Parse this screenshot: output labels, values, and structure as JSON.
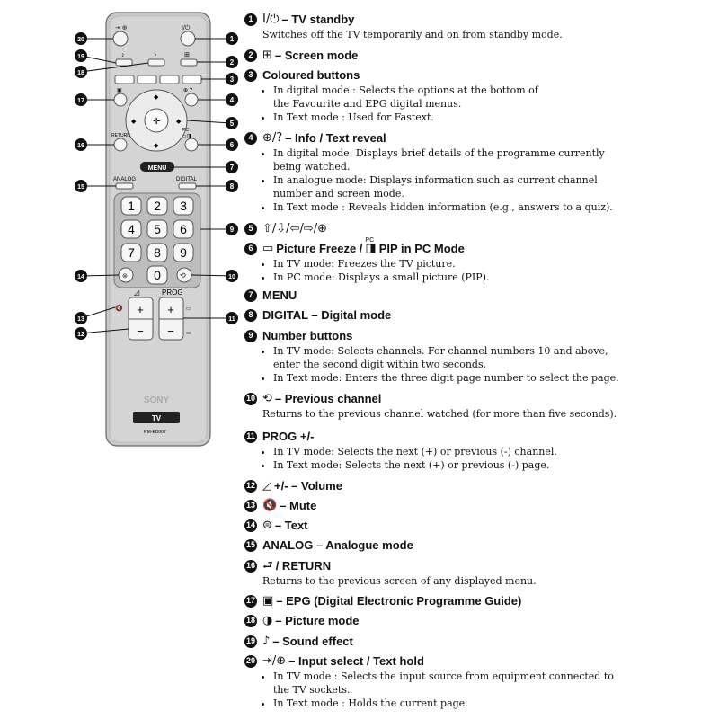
{
  "remote": {
    "digits": [
      "1",
      "2",
      "3",
      "4",
      "5",
      "6",
      "7",
      "8",
      "9",
      "0"
    ],
    "menu_label": "MENU",
    "analog_label": "ANALOG",
    "digital_label": "DIGITAL",
    "return_label": "RETURN",
    "pc_label": "PC",
    "prog_label": "PROG",
    "plus": "+",
    "minus": "−",
    "brand": "SONY",
    "tv_label": "TV",
    "model": "RM-ED007",
    "callouts": [
      "1",
      "2",
      "3",
      "4",
      "5",
      "6",
      "7",
      "8",
      "9",
      "10",
      "11",
      "12",
      "13",
      "14",
      "15",
      "16",
      "17",
      "18",
      "19",
      "20"
    ],
    "colored_buttons": [
      "#ffffff",
      "#ffffff",
      "#ffffff",
      "#ffffff"
    ]
  },
  "legend": {
    "i1": {
      "num": "1",
      "sym": "I/⏻",
      "title": "– TV standby",
      "desc": "Switches off the TV temporarily and on from standby mode."
    },
    "i2": {
      "num": "2",
      "sym": "⊞",
      "title": "– Screen mode"
    },
    "i3": {
      "num": "3",
      "title": "Coloured buttons",
      "b1": "In digital mode : Selects the options at the bottom of the Favourite and EPG digital menus.",
      "b2": "In Text  mode : Used for Fastext."
    },
    "i4": {
      "num": "4",
      "sym": "⊕/?",
      "title": "– Info / Text reveal",
      "b1": "In digital mode: Displays brief details of the programme currently being watched.",
      "b2": "In analogue mode: Displays information such as current channel number and screen mode.",
      "b3": "In Text mode : Reveals hidden information (e.g., answers to a quiz)."
    },
    "i5": {
      "num": "5",
      "sym": "⇧/⇩/⇦/⇨/⊕"
    },
    "i6": {
      "num": "6",
      "sym": "▭",
      "title1": "Picture Freeze /",
      "pc": "PC",
      "pcsym": "◨",
      "title2": "PIP in PC Mode",
      "b1": "In TV mode: Freezes the TV picture.",
      "b2": "In PC mode: Displays a small picture (PIP)."
    },
    "i7": {
      "num": "7",
      "title": "MENU"
    },
    "i8": {
      "num": "8",
      "title": "DIGITAL – Digital mode"
    },
    "i9": {
      "num": "9",
      "title": "Number buttons",
      "b1": "In TV mode: Selects channels. For channel numbers 10 and above, enter the second digit within two seconds.",
      "b2": "In Text mode: Enters the three digit page number to select the page."
    },
    "i10": {
      "num": "10",
      "sym": "⟲",
      "title": "– Previous channel",
      "desc": "Returns to the previous channel watched (for more than five seconds)."
    },
    "i11": {
      "num": "11",
      "title": "PROG +/-",
      "b1": "In TV mode: Selects the next (+) or previous (-) channel.",
      "b2": "In Text mode: Selects the next (+) or previous (-) page."
    },
    "i12": {
      "num": "12",
      "sym": "◿",
      "title": "+/- – Volume"
    },
    "i13": {
      "num": "13",
      "sym": "🔇",
      "title": "– Mute"
    },
    "i14": {
      "num": "14",
      "sym": "⊜",
      "title": "– Text"
    },
    "i15": {
      "num": "15",
      "title": "ANALOG – Analogue mode"
    },
    "i16": {
      "num": "16",
      "sym": "⮐",
      "title": "/ RETURN",
      "desc": "Returns to the previous screen of any displayed menu."
    },
    "i17": {
      "num": "17",
      "sym": "▣",
      "title": "– EPG (Digital Electronic Programme Guide)"
    },
    "i18": {
      "num": "18",
      "sym": "◑",
      "title": "– Picture mode"
    },
    "i19": {
      "num": "19",
      "sym": "♪",
      "title": "– Sound effect"
    },
    "i20": {
      "num": "20",
      "sym": "⇥/⊕",
      "title": "– Input select / Text hold",
      "b1": "In TV mode : Selects the input source from equipment connected to the TV sockets.",
      "b2": "In Text mode : Holds the current page."
    }
  }
}
